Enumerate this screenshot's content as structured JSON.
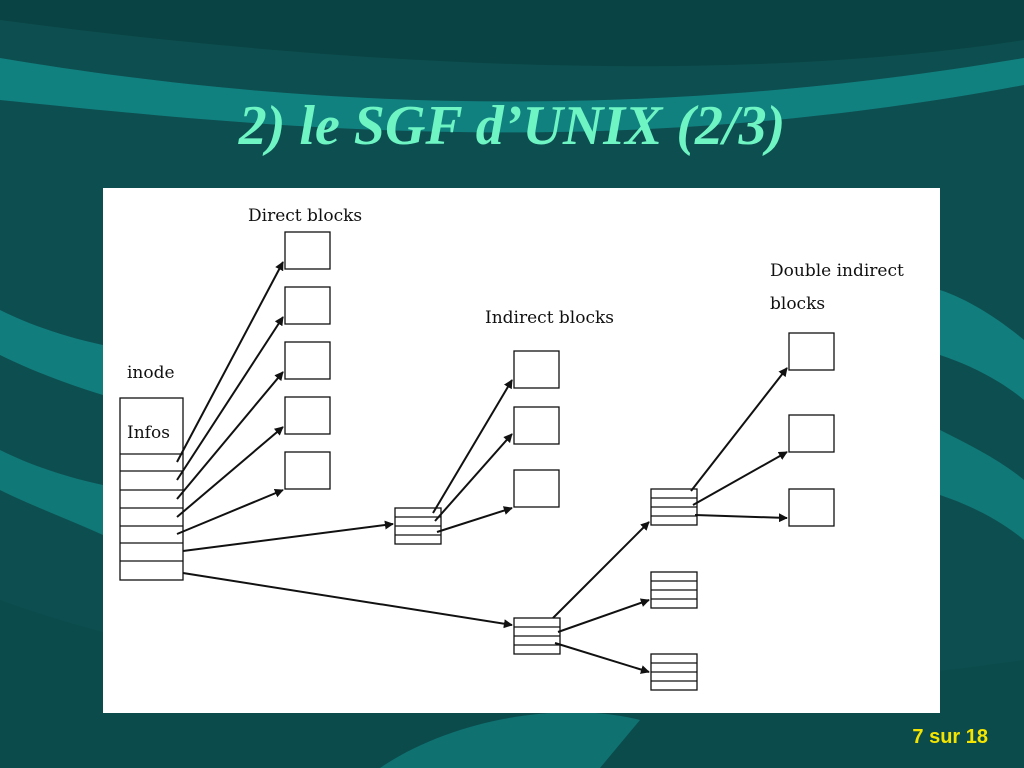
{
  "slide": {
    "title": "2) le SGF d’UNIX (2/3)",
    "page_number": "7 sur 18"
  },
  "colors": {
    "background": "#0f5656",
    "band": "#138a88",
    "title_text": "#6ff5c4",
    "page_number_text": "#f4e400",
    "diagram_ink": "#111111"
  },
  "diagram": {
    "labels": {
      "direct": "Direct blocks",
      "indirect": "Indirect blocks",
      "double_line1": "Double indirect",
      "double_line2": "blocks",
      "inode": "inode",
      "infos": "Infos"
    }
  }
}
